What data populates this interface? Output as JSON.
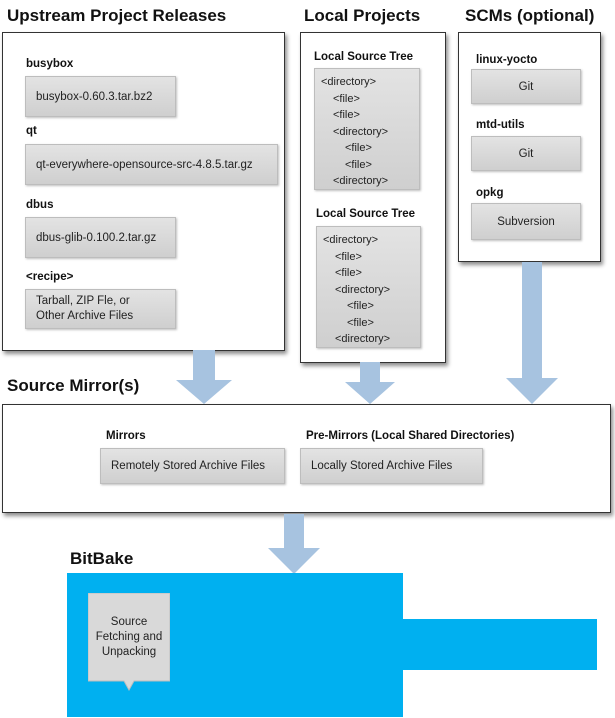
{
  "upstream": {
    "heading": "Upstream Project Releases",
    "items": [
      {
        "name": "busybox",
        "file": "busybox-0.60.3.tar.bz2"
      },
      {
        "name": "qt",
        "file": "qt-everywhere-opensource-src-4.8.5.tar.gz"
      },
      {
        "name": "dbus",
        "file": "dbus-glib-0.100.2.tar.gz"
      },
      {
        "name": "<recipe>",
        "file": "Tarball, ZIP Fle, or\nOther Archive Files"
      }
    ]
  },
  "local": {
    "heading": "Local Projects",
    "trees": [
      {
        "title": "Local Source Tree",
        "lines": [
          "<directory>",
          "<file>",
          "<file>",
          "<directory>",
          "<file>",
          "<file>",
          "<directory>"
        ]
      },
      {
        "title": "Local Source Tree",
        "lines": [
          "<directory>",
          "<file>",
          "<file>",
          "<directory>",
          "<file>",
          "<file>",
          "<directory>"
        ]
      }
    ]
  },
  "scms": {
    "heading": "SCMs (optional)",
    "items": [
      {
        "name": "linux-yocto",
        "type": "Git"
      },
      {
        "name": "mtd-utils",
        "type": "Git"
      },
      {
        "name": "opkg",
        "type": "Subversion"
      }
    ]
  },
  "mirror": {
    "heading": "Source Mirror(s)",
    "mirrors_label": "Mirrors",
    "mirrors_box": "Remotely Stored Archive Files",
    "premirrors_label": "Pre-Mirrors (Local Shared Directories)",
    "premirrors_box": "Locally Stored Archive Files"
  },
  "bitbake": {
    "heading": "BitBake",
    "task": "Source\nFetching and\nUnpacking"
  },
  "colors": {
    "arrow": "#a7c3e0",
    "bitbake": "#00b0f0",
    "box_gray": "#d9d9d9"
  }
}
